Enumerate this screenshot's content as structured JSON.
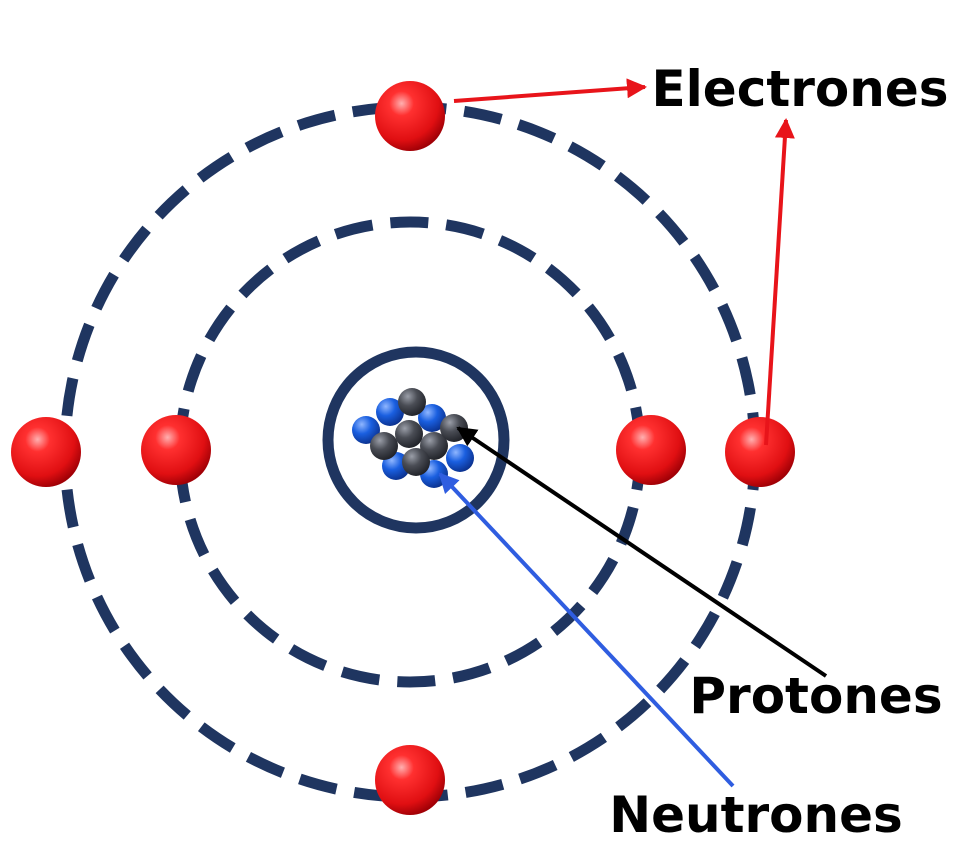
{
  "labels": {
    "electrons": "Electrones",
    "protons": "Protones",
    "neutrons": "Neutrones"
  },
  "colors": {
    "orbit": "#1f3560",
    "electron": "#e8141a",
    "electron_arrow": "#e8141a",
    "proton": "#4a4d55",
    "neutron": "#1a5fe0",
    "proton_arrow": "#000000",
    "neutron_arrow": "#2f5de0",
    "label": "#000000",
    "background": "#ffffff"
  },
  "components": {
    "electron_count": 6,
    "orbit_count": 2,
    "nucleus_boundary": "solid-ring"
  }
}
